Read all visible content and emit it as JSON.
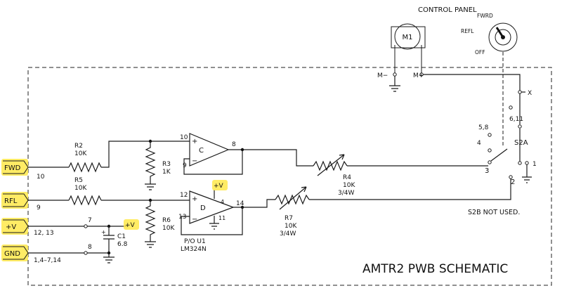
{
  "title": "AMTR2 PWB SCHEMATIC",
  "control_panel": {
    "title": "CONTROL PANEL",
    "meter": "M1",
    "switch_positions": [
      "FWRD",
      "REFL",
      "OFF"
    ],
    "meter_minus": "M−",
    "meter_plus": "M+"
  },
  "connectors": [
    {
      "label": "FWD",
      "pin": "10"
    },
    {
      "label": "RFL",
      "pin": "9"
    },
    {
      "label": "+V",
      "pin": "12, 13"
    },
    {
      "label": "GND",
      "pin": "1,4–7,14"
    }
  ],
  "resistors": {
    "r2": {
      "ref": "R2",
      "value": "10K"
    },
    "r5": {
      "ref": "R5",
      "value": "10K"
    },
    "r3": {
      "ref": "R3",
      "value": "1K"
    },
    "r6": {
      "ref": "R6",
      "value": "10K"
    },
    "r4": {
      "ref": "R4",
      "value": "10K",
      "power": "3/4W"
    },
    "r7": {
      "ref": "R7",
      "value": "10K",
      "power": "3/4W"
    }
  },
  "capacitor": {
    "ref": "C1",
    "value": "6.8"
  },
  "opamps": {
    "c": {
      "unit": "C",
      "pins": {
        "plus": "10",
        "minus": "9",
        "out": "8"
      }
    },
    "d": {
      "unit": "D",
      "pins": {
        "plus": "12",
        "minus": "13",
        "out": "14",
        "vcc": "4",
        "gnd": "11"
      }
    }
  },
  "ic": {
    "line1": "P/O U1",
    "line2": "LM324N"
  },
  "nodes": {
    "n7": "7",
    "n8": "8",
    "n14": "14"
  },
  "supply_label": "+V",
  "switch": {
    "ref": "S2A",
    "pins": {
      "x": "X",
      "p611": "6,11",
      "p58": "5,8",
      "p4": "4",
      "p3": "3",
      "p2": "2",
      "p1": "1"
    },
    "note": "S2B NOT USED."
  },
  "colors": {
    "highlight": "#ffe94a",
    "ink": "#1a1a1a"
  }
}
